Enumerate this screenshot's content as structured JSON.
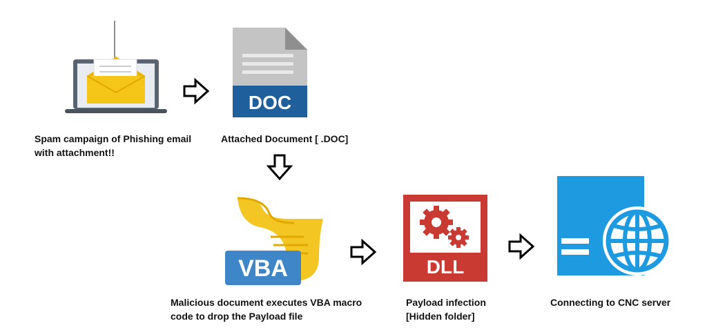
{
  "steps": [
    {
      "id": "email",
      "icon": "phishing-email-icon",
      "caption": "Spam campaign of Phishing email\nwith attachment!!"
    },
    {
      "id": "doc",
      "icon": "doc-file-icon",
      "badge": "DOC",
      "caption": "Attached Document [ .DOC]"
    },
    {
      "id": "vba",
      "icon": "vba-macro-icon",
      "badge": "VBA",
      "caption": "Malicious document executes VBA macro\ncode to drop the Payload file"
    },
    {
      "id": "dll",
      "icon": "dll-file-icon",
      "badge": "DLL",
      "caption": "Payload infection\n[Hidden folder]"
    },
    {
      "id": "cnc",
      "icon": "cnc-server-icon",
      "caption": "Connecting to CNC server"
    }
  ],
  "colors": {
    "envelope": "#f5c518",
    "laptop": "#5a6470",
    "doc_blue": "#1f5f9c",
    "doc_gray": "#b9b9b9",
    "vba_yellow": "#f3c623",
    "vba_blue": "#3f86c9",
    "dll_red": "#c93a32",
    "cnc_blue": "#1e9be0"
  }
}
